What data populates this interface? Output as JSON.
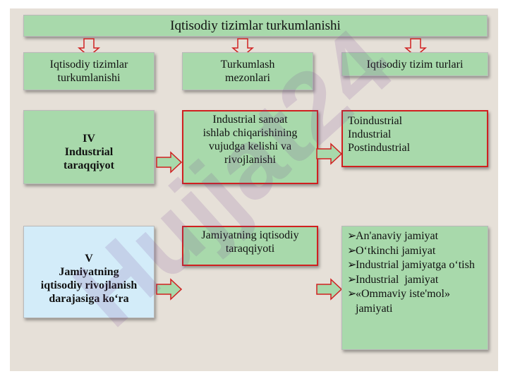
{
  "title": "Iqtisodiy tizimlar turkumlanishi",
  "headers": [
    {
      "lines": [
        "Iqtisodiy tizimlar",
        "turkumlanishi"
      ]
    },
    {
      "lines": [
        "Turkumlash",
        "mezonlari"
      ]
    },
    {
      "lines": [
        "Iqtisodiy tizim turlari"
      ]
    }
  ],
  "row4": {
    "label_lines": [
      "IV",
      "Industrial",
      "taraqqiyot"
    ],
    "criterion_lines": [
      "Industrial sanoat",
      "ishlab chiqarishining",
      "vujudga kelishi va",
      "rivojlanishi"
    ],
    "types": [
      "Toindustrial",
      "Industrial",
      "Postindustrial"
    ]
  },
  "row5": {
    "label_lines": [
      "V",
      "Jamiyatning",
      "iqtisodiy rivojlanish",
      "darajasiga ko‘ra"
    ],
    "criterion_lines": [
      "Jamiyatning iqtisodiy",
      "taraqqiyoti"
    ],
    "bullet_marker": "➢",
    "types": [
      "An'anaviy jamiyat",
      "O‘tkinchi jamiyat",
      "Industrial jamiyatga o‘tish",
      "Industrial  jamiyat",
      "«Ommaviy iste'mol» jamiyati"
    ]
  },
  "colors": {
    "box_green": "#a8d9ab",
    "box_blue": "#d3ecf9",
    "arrow_red": "#d02020",
    "slide_bg": "#e6e0d8"
  },
  "watermark": "Hujjat24"
}
